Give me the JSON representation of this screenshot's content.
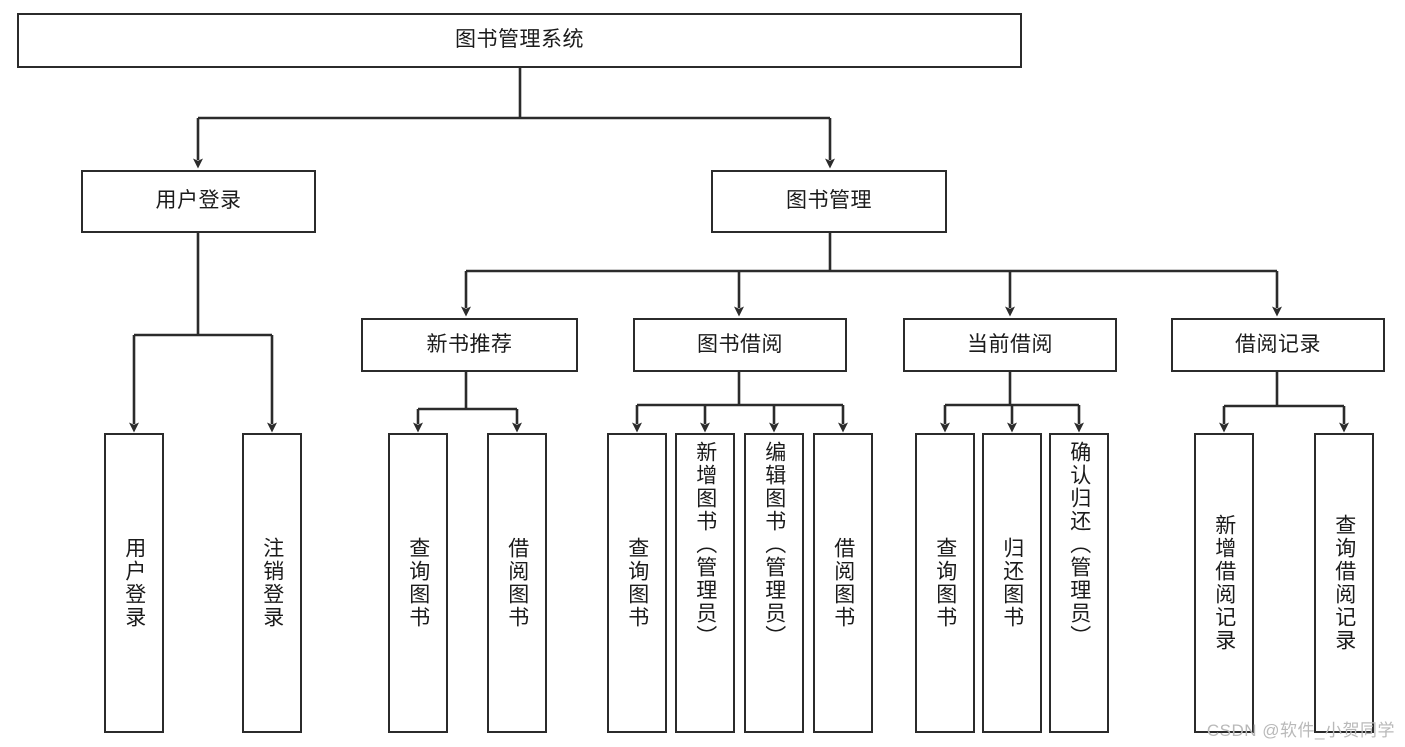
{
  "diagram": {
    "title": "图书管理系统",
    "watermark": "CSDN @软件_小贺同学",
    "root": {
      "label": "图书管理系统"
    },
    "level1": [
      {
        "label": "用户登录"
      },
      {
        "label": "图书管理"
      }
    ],
    "level2": [
      {
        "label": "新书推荐"
      },
      {
        "label": "图书借阅"
      },
      {
        "label": "当前借阅"
      },
      {
        "label": "借阅记录"
      }
    ],
    "leaves": {
      "user_login": [
        {
          "label": "用户登录"
        },
        {
          "label": "注销登录"
        }
      ],
      "new_book_recommend": [
        {
          "label": "查询图书"
        },
        {
          "label": "借阅图书"
        }
      ],
      "book_borrow": [
        {
          "label": "查询图书"
        },
        {
          "label": "新增图书（管理员）"
        },
        {
          "label": "编辑图书（管理员）"
        },
        {
          "label": "借阅图书"
        }
      ],
      "current_borrow": [
        {
          "label": "查询图书"
        },
        {
          "label": "归还图书"
        },
        {
          "label": "确认归还（管理员）"
        }
      ],
      "borrow_record": [
        {
          "label": "新增借阅记录"
        },
        {
          "label": "查询借阅记录"
        }
      ]
    },
    "colors": {
      "stroke": "#2b2b2b",
      "background": "#ffffff",
      "watermark": "#b9b9b9"
    }
  }
}
